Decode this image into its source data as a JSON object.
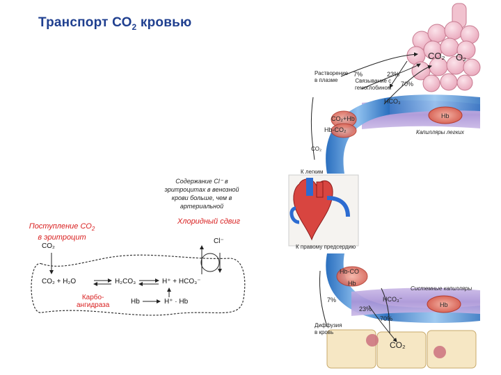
{
  "title": "Транспорт СО",
  "title_sub": "2",
  "title_tail": " кровью",
  "chloride_note": [
    "Содержание Cl⁻ в",
    "эритроцитах в венозной",
    "крови больше, чем в",
    "артериальной"
  ],
  "chloride_shift": "Хлоридный сдвиг",
  "entry_label": [
    "Поступление СО",
    "в эритроцит"
  ],
  "entry_sub": "2",
  "carbo_label": [
    "Карбо-",
    "ангидраза"
  ],
  "cell": {
    "co2_top": "CO₂",
    "cl_top": "Cl⁻",
    "eq1_left": "CO₂ + H₂O",
    "eq1_mid": "H₂CO₃",
    "eq1_right": "H⁺ + HCO₃⁻",
    "eq2_left": "Hb",
    "eq2_right": "H⁺ · Hb"
  },
  "lungs": {
    "plasma": [
      "Растворение",
      "в плазме"
    ],
    "hb_bound": [
      "Связывание с",
      "гемоглобином"
    ],
    "p7": "7%",
    "p23": "23%",
    "p70": "70%",
    "co2": "CO₂",
    "o2": "O₂",
    "hco3": "HCO₃",
    "co2hb": "CO₂+Hb",
    "hbco2": "Hb-CO₂",
    "hb": "Hb",
    "co2_low": "CO₂",
    "capillaries": "Капилляры легких"
  },
  "to_lungs": "К легким",
  "to_atrium": "К правому предсердию",
  "tissue": {
    "hbco": "Hb-CO",
    "hb": "Hb",
    "capillaries": "Системные капилляры",
    "hco3": "HCO₃⁻",
    "hb_red": "Hb",
    "p7": "7%",
    "p23": "23%",
    "p70": "70%",
    "diffusion": [
      "Диффузия",
      "в кровь"
    ],
    "co2": "CO₂"
  }
}
